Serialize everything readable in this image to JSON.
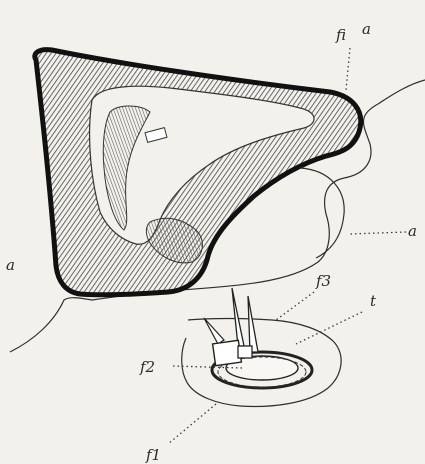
{
  "labels": {
    "a_top_1": "fi",
    "a_top_2": "a",
    "a_right": "a",
    "a_left": "a",
    "f3": "f3",
    "t": "t",
    "f2": "f2",
    "f1": "f1"
  }
}
